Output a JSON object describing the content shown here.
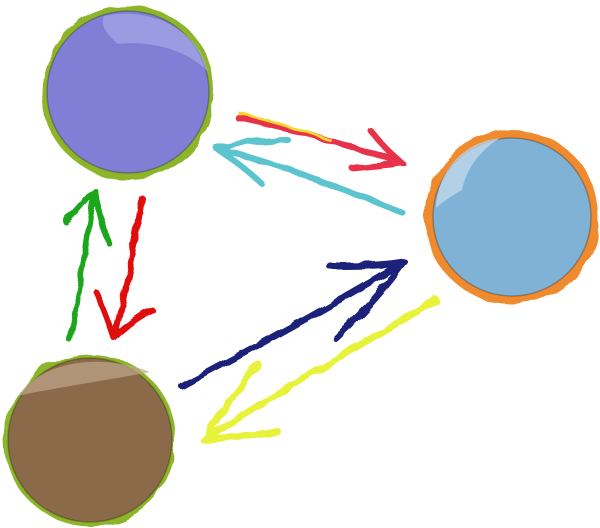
{
  "nodes": [
    {
      "id": "purple",
      "fill": "#7f7fd6",
      "rim": "#8db52a",
      "shine": "#b3b3ec"
    },
    {
      "id": "blue",
      "fill": "#80b2d6",
      "rim": "#f08a2e",
      "shine": "#c8ddec"
    },
    {
      "id": "brown",
      "fill": "#8b6a4a",
      "rim": "#8db52a",
      "shine": "#c0a68c"
    }
  ],
  "edges": [
    {
      "from": "purple",
      "to": "blue",
      "color": "#e8334a",
      "accent": "#f2d92a"
    },
    {
      "from": "blue",
      "to": "purple",
      "color": "#5cc4cf"
    },
    {
      "from": "brown",
      "to": "purple",
      "color": "#1ea61e"
    },
    {
      "from": "purple",
      "to": "brown",
      "color": "#e01010"
    },
    {
      "from": "brown",
      "to": "blue",
      "color": "#1a237a"
    },
    {
      "from": "blue",
      "to": "brown",
      "color": "#e8f23a"
    }
  ]
}
